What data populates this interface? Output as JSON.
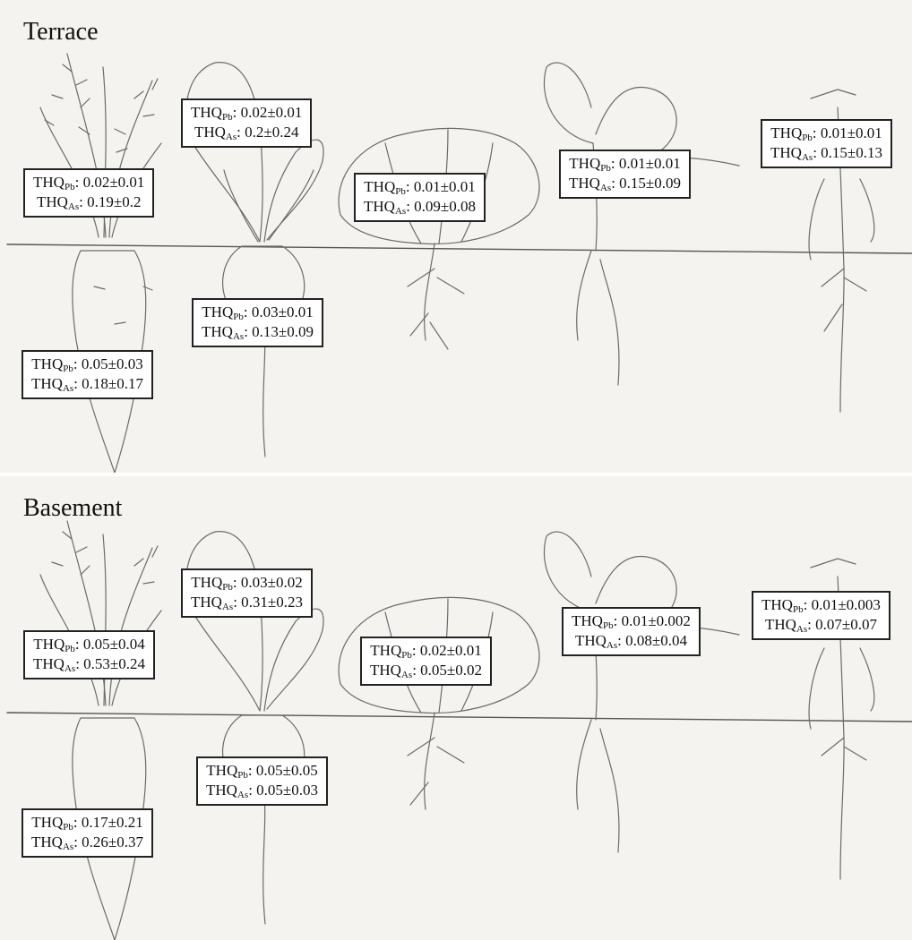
{
  "panels": [
    {
      "title": "Terrace",
      "labels": [
        {
          "group": "carrot-leaf",
          "pb": "0.02±0.01",
          "as": "0.19±0.2"
        },
        {
          "group": "carrot-root",
          "pb": "0.05±0.03",
          "as": "0.18±0.17"
        },
        {
          "group": "radish-leaf",
          "pb": "0.02±0.01",
          "as": "0.2±0.24"
        },
        {
          "group": "radish-root",
          "pb": "0.03±0.01",
          "as": "0.13±0.09"
        },
        {
          "group": "cabbage",
          "pb": "0.01±0.01",
          "as": "0.09±0.08"
        },
        {
          "group": "leafy-green",
          "pb": "0.01±0.01",
          "as": "0.15±0.09"
        },
        {
          "group": "bean",
          "pb": "0.01±0.01",
          "as": "0.15±0.13"
        }
      ]
    },
    {
      "title": "Basement",
      "labels": [
        {
          "group": "carrot-leaf",
          "pb": "0.05±0.04",
          "as": "0.53±0.24"
        },
        {
          "group": "carrot-root",
          "pb": "0.17±0.21",
          "as": "0.26±0.37"
        },
        {
          "group": "radish-leaf",
          "pb": "0.03±0.02",
          "as": "0.31±0.23"
        },
        {
          "group": "radish-root",
          "pb": "0.05±0.05",
          "as": "0.05±0.03"
        },
        {
          "group": "cabbage",
          "pb": "0.02±0.01",
          "as": "0.05±0.02"
        },
        {
          "group": "leafy-green",
          "pb": "0.01±0.002",
          "as": "0.08±0.04"
        },
        {
          "group": "bean",
          "pb": "0.01±0.003",
          "as": "0.07±0.07"
        }
      ]
    }
  ],
  "text": {
    "thq": "THQ",
    "pb_sub": "Pb",
    "as_sub": "As",
    "sep": ": "
  }
}
